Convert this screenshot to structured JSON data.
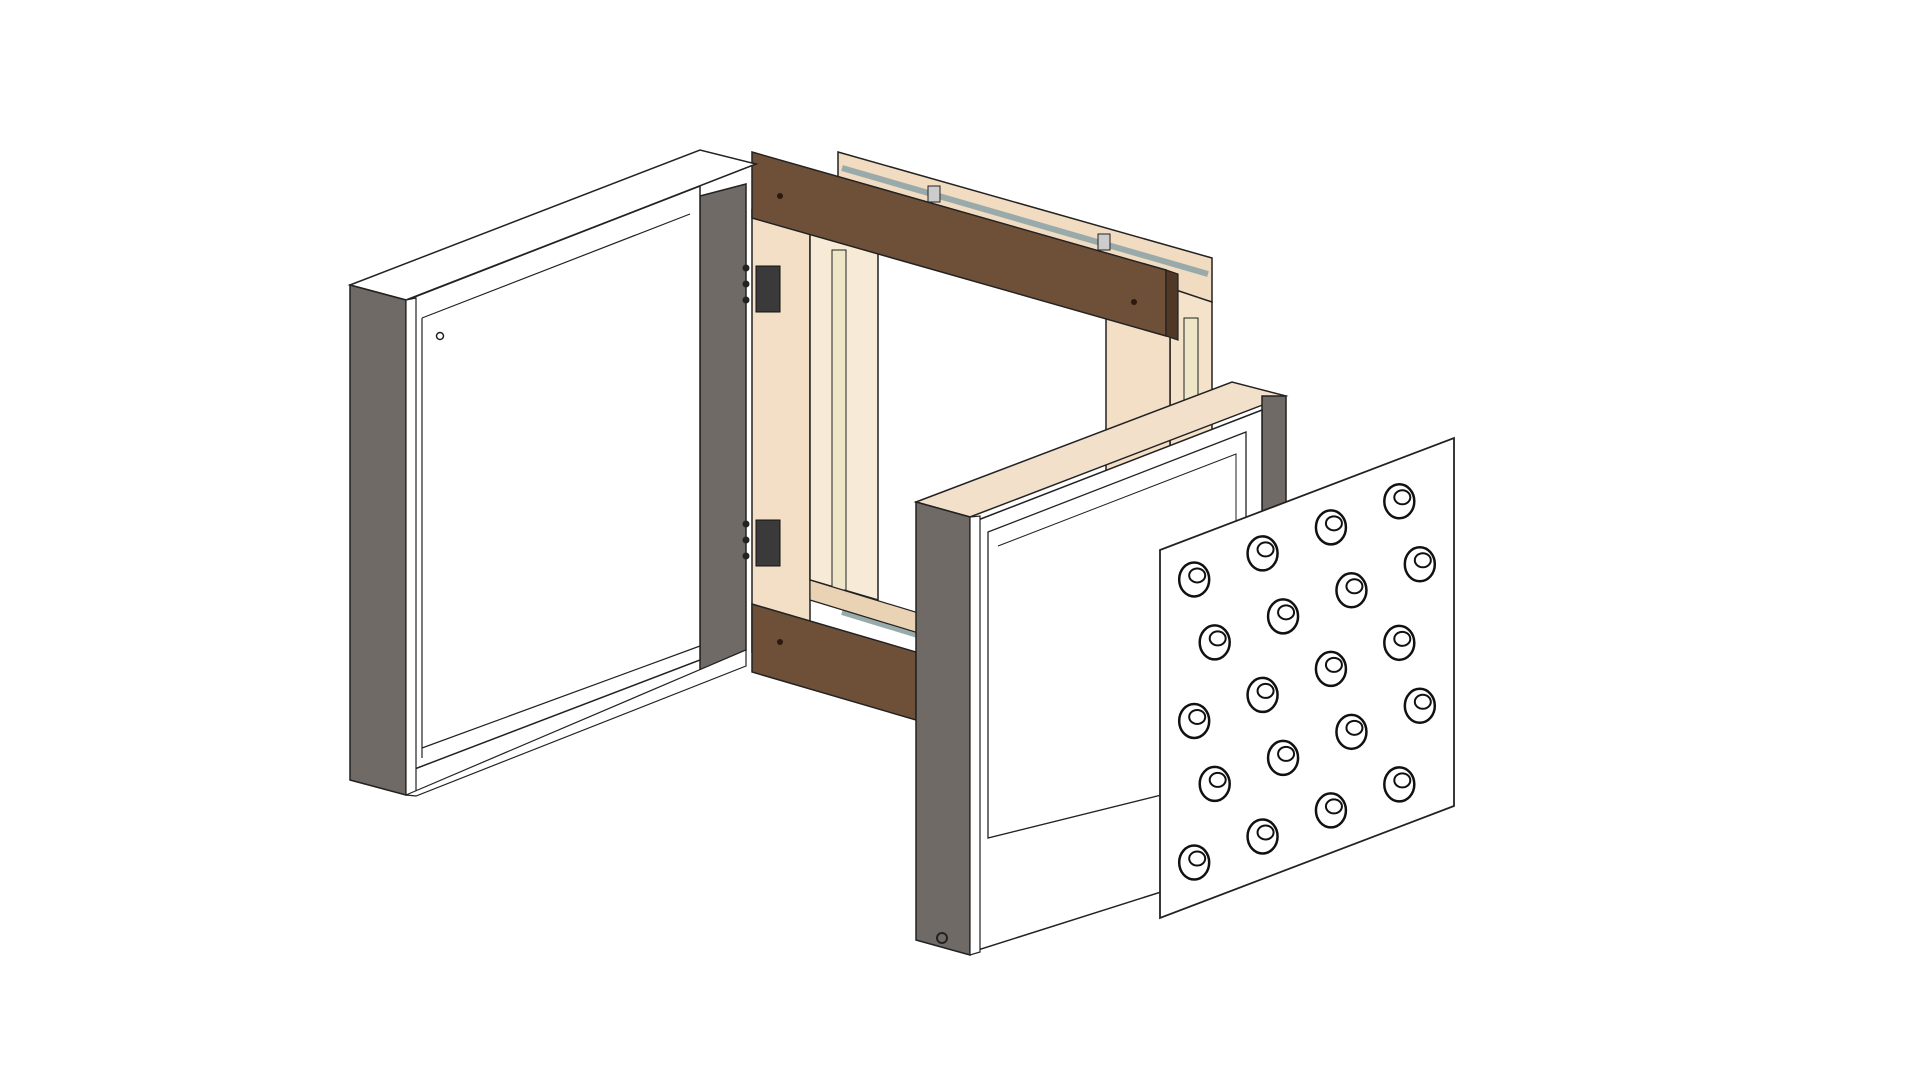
{
  "diagram": {
    "kind": "exploded-isometric-assembly",
    "labels_shown": false,
    "components": [
      {
        "id": "front-door-frame",
        "color": "#ffffff",
        "edge_color": "#6f6a66"
      },
      {
        "id": "wooden-subframe",
        "color": "#f2dcc0",
        "accent_color": "#6e5038"
      },
      {
        "id": "rear-box-frame",
        "color": "#ffffff",
        "edge_color": "#6f6a66"
      },
      {
        "id": "perforated-back-panel",
        "color": "#ffffff",
        "knob_rows": 5,
        "knob_cols": 4
      }
    ],
    "hinges": {
      "count": 2,
      "color": "#3a3a3a"
    }
  }
}
